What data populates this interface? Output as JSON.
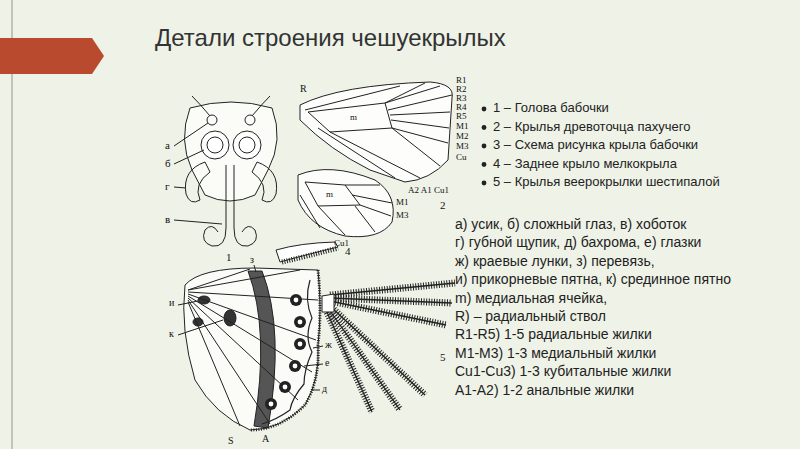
{
  "diagram": {
    "title": "Детали строения чешуекрылых",
    "labels": [
      "1 – Голова бабочки",
      "2 – Крылья древоточца пахучего",
      "3 – Схема рисунка крыла бабочки",
      "4 – Заднее крыло мелкокрыла",
      "5 – Крылья веерокрылки шестипалой",
      "а) усик, б) сложный глаз, в) хоботок",
      "г) губной щупик, д) бахрома, е) глазки",
      "ж) краевые лунки, з) перевязь,",
      "и) прикорневые пятна, к) срединное пятно",
      "m) медиальная ячейка,",
      "R) – радиальный ствол",
      "R1-R5) 1-5 радиальные жилки",
      "M1-M3) 1-3 медиальный жилки",
      "Cu1-Cu3) 1-3 кубитальные жилки",
      "A1-A2) 1-2 анальные жилки",
      "а",
      "б",
      "г",
      "в",
      "1",
      "R",
      "m",
      "R1",
      "R2",
      "R3",
      "R4",
      "R5",
      "M1",
      "M2",
      "M3",
      "Cu",
      "A2 A1 Cu1",
      "2",
      "m",
      "M1",
      "M3",
      "Cu1",
      "4",
      "з",
      "и",
      "к",
      "ж",
      "е",
      "д",
      "A",
      "S",
      "5"
    ]
  }
}
